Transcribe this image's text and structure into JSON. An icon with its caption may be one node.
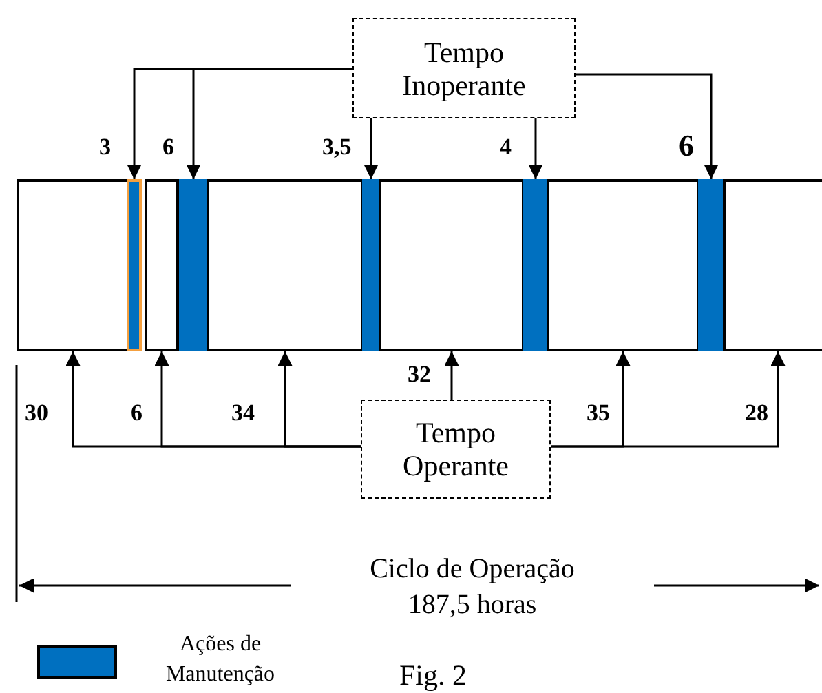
{
  "diagram": {
    "caption": "Fig. 2",
    "nodes": [
      {
        "text": [
          "Tempo Inoperante"
        ]
      },
      {
        "text": [],
        "shape": "bar",
        "beside": [
          "30"
        ]
      },
      {
        "text": [],
        "shape": "bar",
        "beside": [
          "3"
        ]
      },
      {
        "text": [],
        "shape": "bar",
        "beside": [
          "6"
        ]
      },
      {
        "text": [],
        "shape": "bar",
        "beside": [
          "6"
        ]
      },
      {
        "text": [],
        "shape": "bar",
        "beside": [
          "34"
        ]
      },
      {
        "text": [],
        "shape": "bar",
        "beside": [
          "3,5"
        ]
      },
      {
        "text": [],
        "shape": "bar",
        "beside": [
          "32"
        ]
      },
      {
        "text": [],
        "shape": "bar",
        "beside": [
          "4"
        ]
      },
      {
        "text": [],
        "shape": "bar",
        "beside": [
          "35"
        ]
      },
      {
        "text": [],
        "shape": "bar",
        "beside": [
          "6"
        ]
      },
      {
        "text": [],
        "shape": "bar",
        "beside": [
          "28"
        ]
      },
      {
        "text": [
          "Tempo Operante"
        ]
      }
    ],
    "edges": [
      {
        "from": 0,
        "to": 2,
        "arrow": "to"
      },
      {
        "from": 0,
        "to": 4,
        "arrow": "to"
      },
      {
        "from": 0,
        "to": 6,
        "arrow": "to"
      },
      {
        "from": 0,
        "to": 8,
        "arrow": "to"
      },
      {
        "from": 0,
        "to": 10,
        "arrow": "to"
      },
      {
        "from": 12,
        "to": 1,
        "arrow": "to"
      },
      {
        "from": 12,
        "to": 3,
        "arrow": "to"
      },
      {
        "from": 12,
        "to": 5,
        "arrow": "to"
      },
      {
        "from": 12,
        "to": 7,
        "arrow": "to"
      },
      {
        "from": 12,
        "to": 9,
        "arrow": "to"
      },
      {
        "from": 12,
        "to": 11,
        "arrow": "to"
      }
    ],
    "labels": [
      "Ciclo de Operação 187,5 horas"
    ],
    "legend": [
      {
        "text": "Ações de Manutenção",
        "color": "#0070c0"
      }
    ]
  }
}
